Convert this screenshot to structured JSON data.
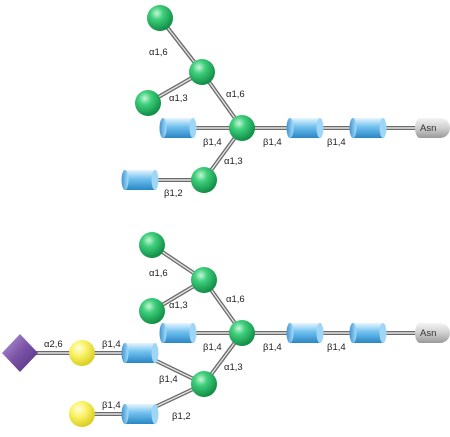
{
  "colors": {
    "mannose": "#1fb060",
    "glcnac": "#4aa8e0",
    "galactose": "#f2ea4a",
    "sialic_acid": "#7a52a6",
    "asn": "#bdbdbd",
    "bond": "#6a6a6a",
    "label": "#222222"
  },
  "monosaccharides": [
    {
      "id": "top-man-a16-term",
      "type": "mannose"
    },
    {
      "id": "top-man-a16",
      "type": "mannose"
    },
    {
      "id": "top-man-a13-term",
      "type": "mannose"
    },
    {
      "id": "top-man-core",
      "type": "mannose"
    },
    {
      "id": "top-man-a13",
      "type": "mannose"
    },
    {
      "id": "top-glcnac-bisect",
      "type": "glcnac"
    },
    {
      "id": "top-glcnac-b12",
      "type": "glcnac"
    },
    {
      "id": "top-glcnac-core1",
      "type": "glcnac"
    },
    {
      "id": "top-glcnac-core2",
      "type": "glcnac"
    },
    {
      "id": "bot-man-a16-term",
      "type": "mannose"
    },
    {
      "id": "bot-man-a16",
      "type": "mannose"
    },
    {
      "id": "bot-man-a13-term",
      "type": "mannose"
    },
    {
      "id": "bot-man-core",
      "type": "mannose"
    },
    {
      "id": "bot-man-a13",
      "type": "mannose"
    },
    {
      "id": "bot-glcnac-bisect",
      "type": "glcnac"
    },
    {
      "id": "bot-glcnac-b14",
      "type": "glcnac"
    },
    {
      "id": "bot-glcnac-b12",
      "type": "glcnac"
    },
    {
      "id": "bot-glcnac-core1",
      "type": "glcnac"
    },
    {
      "id": "bot-glcnac-core2",
      "type": "glcnac"
    },
    {
      "id": "bot-gal-1",
      "type": "galactose"
    },
    {
      "id": "bot-gal-2",
      "type": "galactose"
    },
    {
      "id": "bot-sia",
      "type": "sialic_acid"
    }
  ],
  "labels": {
    "top": {
      "a16_outer": "α1,6",
      "a13_outer": "α1,3",
      "a16_core": "α1,6",
      "b14_bisect": "β1,4",
      "b14_core1": "β1,4",
      "b14_core2": "β1,4",
      "a13_core": "α1,3",
      "b12": "β1,2",
      "asn": "Asn"
    },
    "bottom": {
      "a16_outer": "α1,6",
      "a13_outer": "α1,3",
      "a16_core": "α1,6",
      "a26": "α2,6",
      "b14_gal1": "β1,4",
      "b14_bisect": "β1,4",
      "b14_core1": "β1,4",
      "b14_core2": "β1,4",
      "b14_branch": "β1,4",
      "a13_core": "α1,3",
      "b14_gal2": "β1,4",
      "b12": "β1,2",
      "asn": "Asn"
    }
  }
}
